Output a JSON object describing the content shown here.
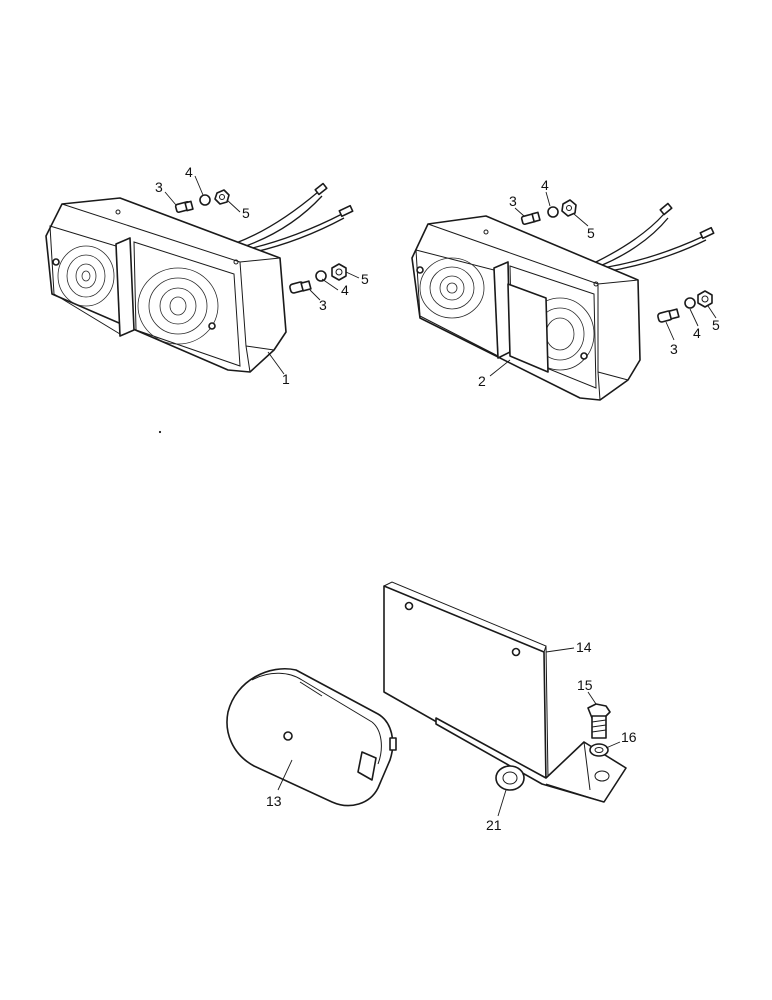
{
  "callouts": {
    "left_light": {
      "part": "1",
      "screw_top": "3",
      "washer_top": "4",
      "nut_top": "5",
      "screw_side": "3",
      "washer_side": "4",
      "nut_side": "5"
    },
    "right_light": {
      "part": "2",
      "screw_top": "3",
      "washer_top": "4",
      "nut_top": "5",
      "screw_side": "3",
      "washer_side": "4",
      "nut_side": "5"
    },
    "plate_assembly": {
      "bracket": "14",
      "bolt": "15",
      "washer": "16",
      "lamp": "13",
      "grommet": "21"
    }
  }
}
